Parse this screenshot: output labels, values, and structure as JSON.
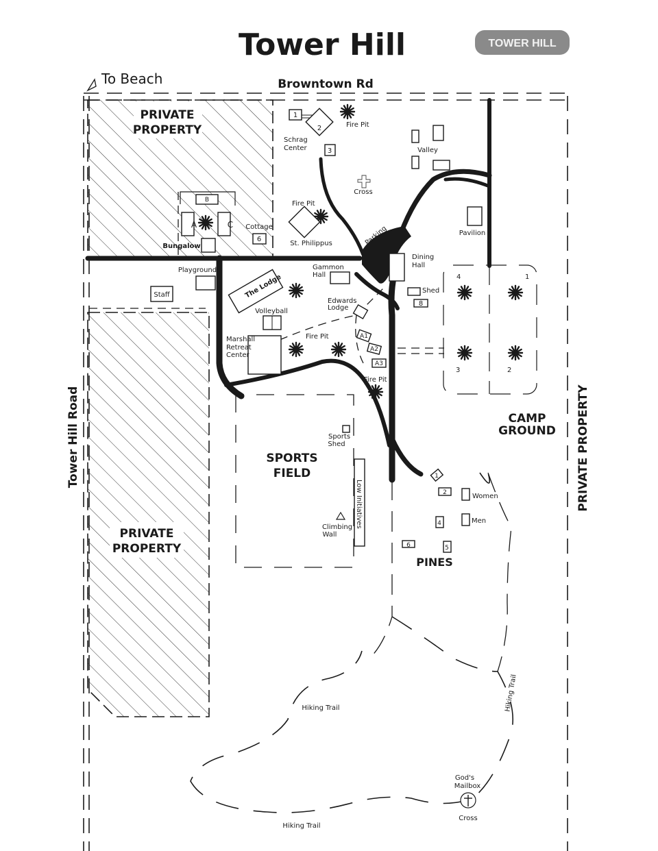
{
  "title": "Tower Hill",
  "logo_text": "TOWER HILL",
  "roads": {
    "top": "Browntown Rd",
    "left": "Tower Hill Road",
    "beach": "To Beach"
  },
  "areas": {
    "private_tl_1": "PRIVATE",
    "private_tl_2": "PROPERTY",
    "private_bl_1": "PRIVATE",
    "private_bl_2": "PROPERTY",
    "private_right": "PRIVATE PROPERTY",
    "sports_1": "SPORTS",
    "sports_2": "FIELD",
    "camp_1": "CAMP",
    "camp_2": "GROUND",
    "pines": "PINES"
  },
  "labels": {
    "schrag_1": "Schrag",
    "schrag_2": "Center",
    "firepit_top": "Fire Pit",
    "valley": "Valley",
    "cross_top": "Cross",
    "firepit_stp": "Fire Pit",
    "cottage": "Cottage",
    "stphilippus": "St. Philippus",
    "bungalow": "Bungalow",
    "parking": "Parking",
    "pavilion": "Pavilion",
    "dining_1": "Dining",
    "dining_2": "Hall",
    "gammon_1": "Gammon",
    "gammon_2": "Hall",
    "playground": "Playground",
    "staff": "Staff",
    "lodge": "The Lodge",
    "shed": "Shed",
    "edwards_1": "Edwards",
    "edwards_2": "Lodge",
    "volleyball": "Volleyball",
    "marshall_1": "Marshall",
    "marshall_2": "Retreat",
    "marshall_3": "Center",
    "firepit_mid": "Fire Pit",
    "firepit_low": "Fire Pit",
    "sports_shed_1": "Sports",
    "sports_shed_2": "Shed",
    "low_init": "Low Initiatives",
    "climbing_1": "Climbing",
    "climbing_2": "Wall",
    "women": "Women",
    "men": "Men",
    "hiking_1": "Hiking Trail",
    "hiking_2": "Hiking Trail",
    "hiking_3": "Hiking Trail",
    "gods_1": "God's",
    "gods_2": "Mailbox",
    "cross_bottom": "Cross"
  },
  "numbers": {
    "schrag": [
      "1",
      "2",
      "3"
    ],
    "cottage_no": "6",
    "bungalow_units": [
      "A",
      "B",
      "C"
    ],
    "shed_no": "8",
    "campsites": [
      "1",
      "2",
      "3",
      "4"
    ],
    "a_sites": [
      "A1",
      "A2",
      "A3"
    ],
    "pines_sites": [
      "1",
      "2",
      "4",
      "5",
      "6"
    ]
  }
}
